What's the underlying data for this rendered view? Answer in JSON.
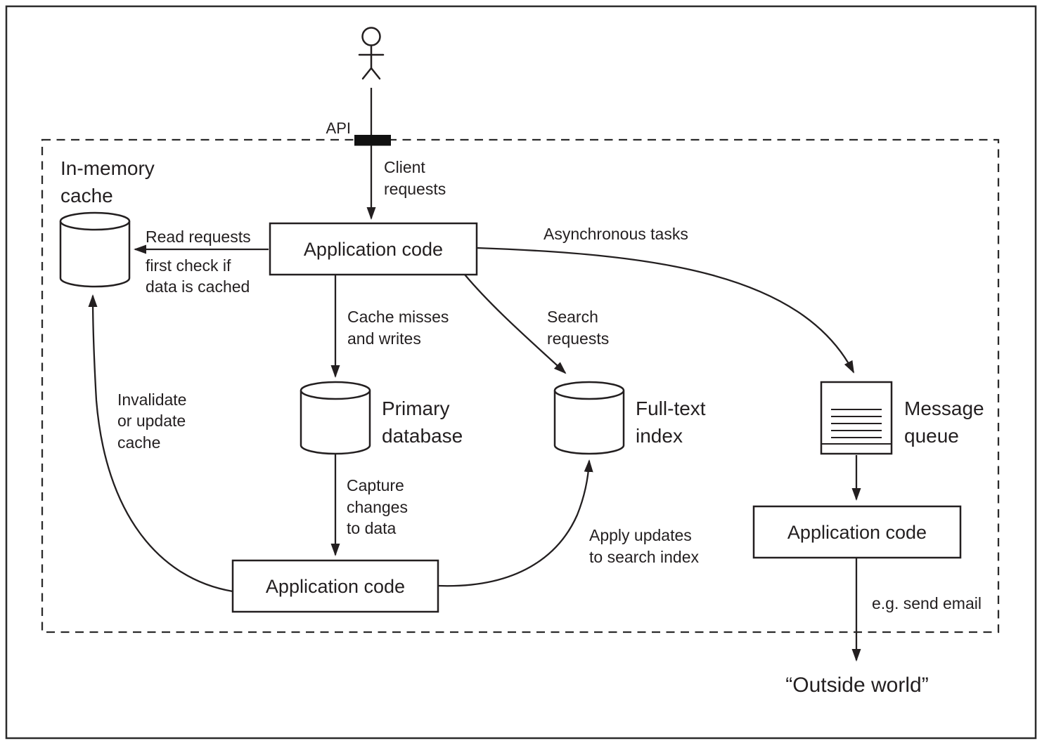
{
  "colors": {
    "line": "#231f20",
    "background": "#ffffff"
  },
  "api_label": "API",
  "nodes": {
    "user": {
      "name": "user"
    },
    "in_memory_cache": {
      "label_lines": [
        "In-memory",
        "cache"
      ]
    },
    "application_code_top": {
      "label": "Application code"
    },
    "primary_database": {
      "label_lines": [
        "Primary",
        "database"
      ]
    },
    "full_text_index": {
      "label_lines": [
        "Full-text",
        "index"
      ]
    },
    "message_queue": {
      "label_lines": [
        "Message",
        "queue"
      ]
    },
    "application_code_bottom": {
      "label": "Application code"
    },
    "application_code_right": {
      "label": "Application code"
    },
    "outside_world": {
      "label": "“Outside world”"
    }
  },
  "edges": {
    "client_requests": {
      "label_lines": [
        "Client",
        "requests"
      ]
    },
    "read_requests": {
      "label": "Read requests",
      "note_lines": [
        "first check if",
        "data is cached"
      ]
    },
    "asynchronous_tasks": {
      "label": "Asynchronous tasks"
    },
    "cache_misses_and_writes": {
      "label_lines": [
        "Cache misses",
        "and writes"
      ]
    },
    "search_requests": {
      "label_lines": [
        "Search",
        "requests"
      ]
    },
    "invalidate_or_update_cache": {
      "label_lines": [
        "Invalidate",
        "or update",
        "cache"
      ]
    },
    "capture_changes_to_data": {
      "label_lines": [
        "Capture",
        "changes",
        "to data"
      ]
    },
    "apply_updates_to_search_index": {
      "label_lines": [
        "Apply updates",
        "to search index"
      ]
    },
    "send_email": {
      "label": "e.g. send email"
    }
  }
}
